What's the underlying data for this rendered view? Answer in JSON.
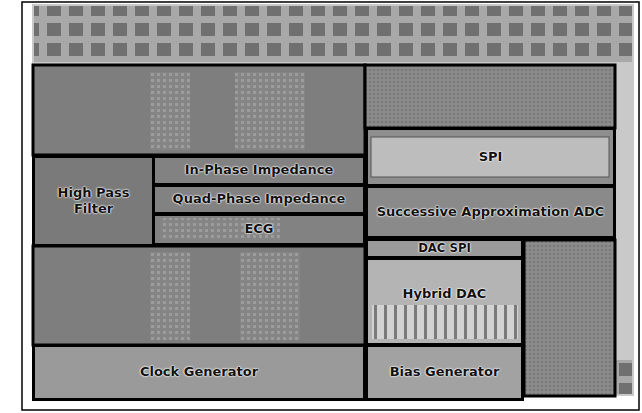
{
  "diagram": {
    "nodes": [
      {
        "text": [
          "SPI"
        ]
      },
      {
        "text": [
          "High Pass Filter"
        ]
      },
      {
        "text": [
          "In-Phase Impedance"
        ]
      },
      {
        "text": [
          "Quad-Phase Impedance"
        ]
      },
      {
        "text": [
          "Successive Approximation ADC"
        ]
      },
      {
        "text": [
          "ECG"
        ]
      },
      {
        "text": [
          "DAC SPI"
        ]
      },
      {
        "text": [
          "Hybrid DAC"
        ]
      },
      {
        "text": [
          "Clock Generator"
        ]
      },
      {
        "text": [
          "Bias Generator"
        ]
      }
    ]
  }
}
